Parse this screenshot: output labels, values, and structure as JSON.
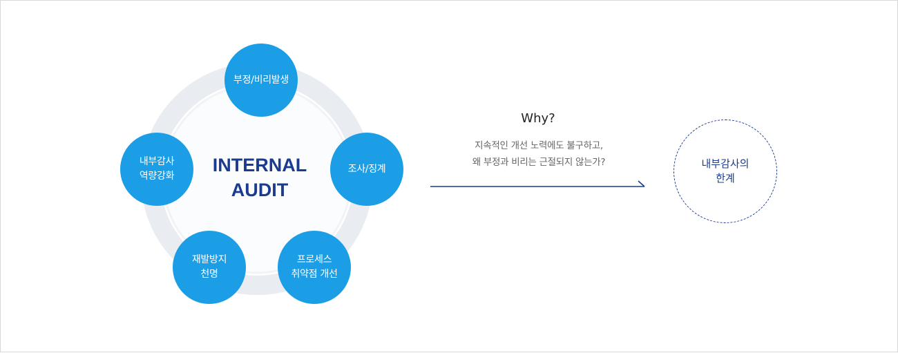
{
  "diagram": {
    "center_title": [
      "INTERNAL",
      "AUDIT"
    ],
    "nodes": [
      {
        "id": "fraud",
        "lines": [
          "부정/비리발생"
        ]
      },
      {
        "id": "investigation",
        "lines": [
          "조사/징계"
        ]
      },
      {
        "id": "process",
        "lines": [
          "프로세스",
          "취약점 개선"
        ]
      },
      {
        "id": "prevention",
        "lines": [
          "재발방지",
          "천명"
        ]
      },
      {
        "id": "capacity",
        "lines": [
          "내부감사",
          "역량강화"
        ]
      }
    ],
    "why_label": "Why?",
    "question_lines": [
      "지속적인 개선 노력에도 불구하고,",
      "왜 부정과 비리는 근절되지 않는가?"
    ],
    "limit_lines": [
      "내부감사의",
      "한계"
    ]
  },
  "colors": {
    "node_fill": "#1c9ee6",
    "title_navy": "#1a3b8f",
    "ring_gray": "#eceff3",
    "border": "#d9d9d9"
  }
}
